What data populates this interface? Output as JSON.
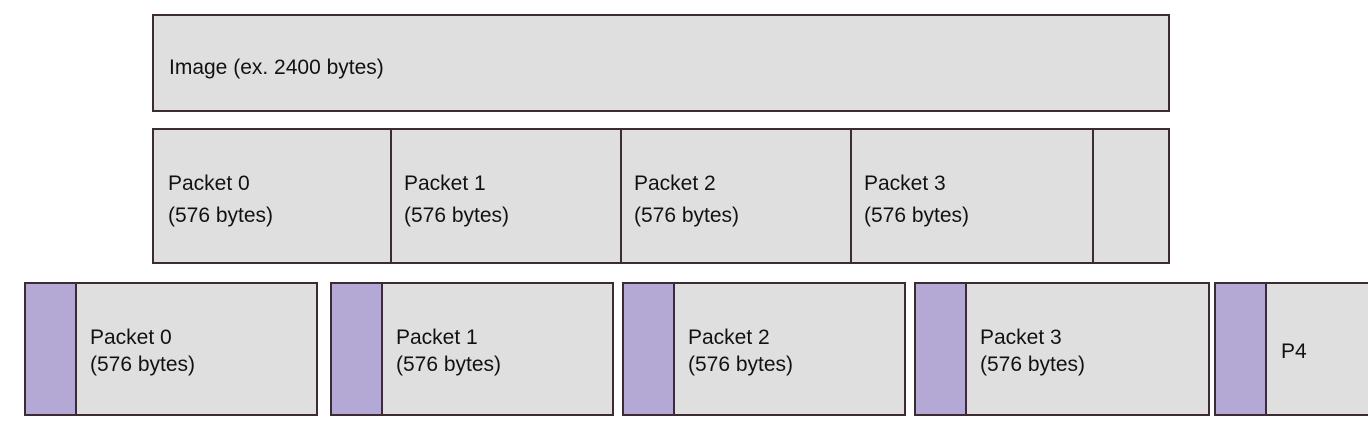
{
  "image_box": {
    "label": "Image (ex. 2400 bytes)"
  },
  "split_row": [
    {
      "name": "Packet 0",
      "size": "(576 bytes)"
    },
    {
      "name": "Packet 1",
      "size": "(576 bytes)"
    },
    {
      "name": "Packet 2",
      "size": "(576 bytes)"
    },
    {
      "name": "Packet 3",
      "size": "(576 bytes)"
    }
  ],
  "framed_row": [
    {
      "name": "Packet 0",
      "size": "(576 bytes)"
    },
    {
      "name": "Packet 1",
      "size": "(576 bytes)"
    },
    {
      "name": "Packet 2",
      "size": "(576 bytes)"
    },
    {
      "name": "Packet 3",
      "size": "(576 bytes)"
    },
    {
      "name": "P4"
    }
  ],
  "colors": {
    "fill": "#dfdfdf",
    "header": "#b3a9d4",
    "border": "#3d2b33"
  }
}
